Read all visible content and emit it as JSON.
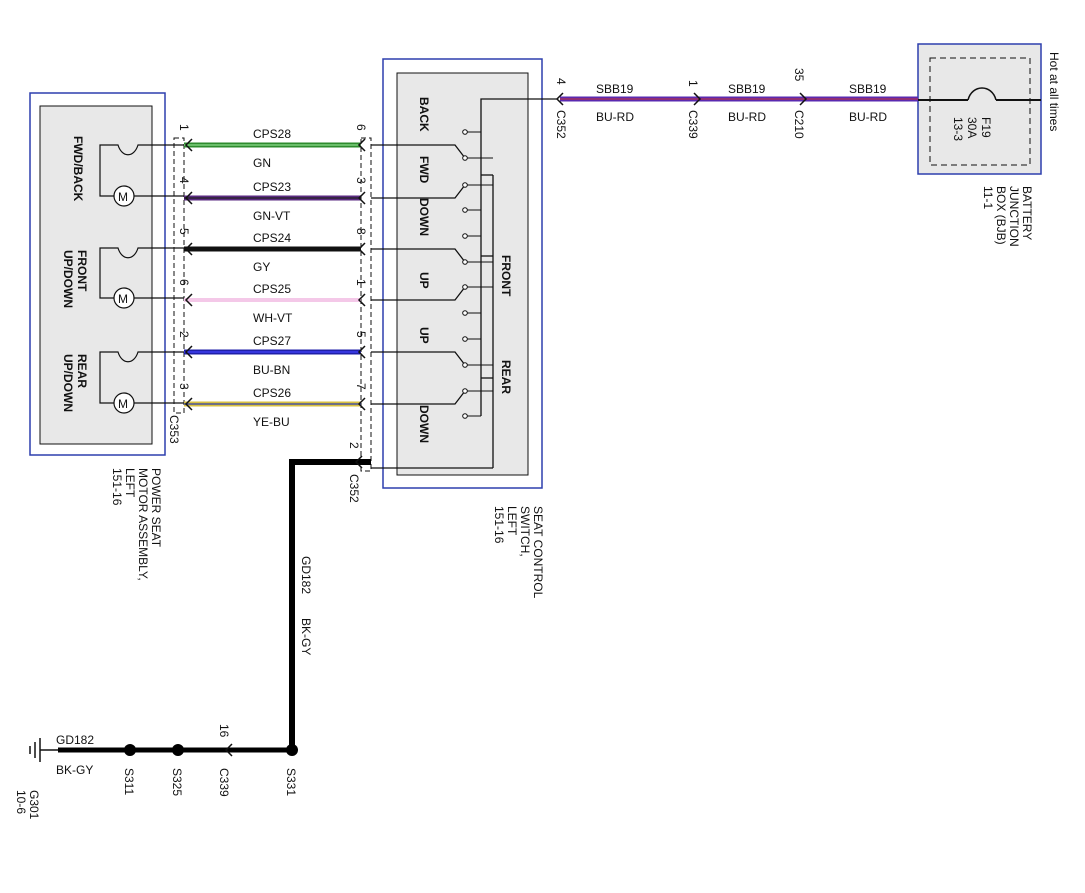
{
  "power_source": {
    "note": "Hot at all times",
    "fuse_id": "F19",
    "fuse_rating": "30A",
    "fuse_ref": "13-3"
  },
  "bjb": {
    "line1": "BATTERY",
    "line2": "JUNCTION",
    "line3": "BOX (BJB)",
    "line4": "11-1"
  },
  "feed": {
    "circuit": "SBB19",
    "color": "BU-RD",
    "pin_c210": "35",
    "conn_c210": "C210",
    "pin_c339": "1",
    "conn_c339": "C339",
    "pin_c352": "4",
    "conn_c352": "C352"
  },
  "switch": {
    "labels": {
      "back": "BACK",
      "fwd": "FWD",
      "down1": "DOWN",
      "up1": "UP",
      "up2": "UP",
      "down2": "DOWN",
      "front": "FRONT",
      "rear": "REAR"
    },
    "title": {
      "line1": "SEAT CONTROL",
      "line2": "SWITCH,",
      "line3": "LEFT",
      "line4": "151-16"
    }
  },
  "motor": {
    "labels": {
      "fwdback": "FWD/BACK",
      "front1": "FRONT",
      "front2": "UP/DOWN",
      "rear1": "REAR",
      "rear2": "UP/DOWN"
    },
    "title": {
      "line1": "POWER SEAT",
      "line2": "MOTOR ASSEMBLY,",
      "line3": "LEFT",
      "line4": "151-16"
    },
    "connector": "C353"
  },
  "wires": [
    {
      "circuit": "CPS28",
      "color": "GN",
      "pin_motor": "1",
      "pin_switch": "6"
    },
    {
      "circuit": "CPS23",
      "color": "GN-VT",
      "pin_motor": "4",
      "pin_switch": "3"
    },
    {
      "circuit": "CPS24",
      "color": "GY",
      "pin_motor": "5",
      "pin_switch": "8"
    },
    {
      "circuit": "CPS25",
      "color": "WH-VT",
      "pin_motor": "6",
      "pin_switch": "1"
    },
    {
      "circuit": "CPS27",
      "color": "BU-BN",
      "pin_motor": "2",
      "pin_switch": "5"
    },
    {
      "circuit": "CPS26",
      "color": "YE-BU",
      "pin_motor": "3",
      "pin_switch": "7"
    }
  ],
  "ground": {
    "pin_switch": "2",
    "conn_switch": "C352",
    "circuit": "GD182",
    "color": "BK-GY",
    "splice_s331": "S331",
    "pin_c339": "16",
    "conn_c339": "C339",
    "splice_s325": "S325",
    "splice_s311": "S311",
    "ground_circuit": "GD182",
    "ground_color": "BK-GY",
    "ground_point": "G301",
    "ground_ref": "10-6"
  },
  "wire_colors": {
    "GN": "#2e8b2e",
    "GN-VT": "#5a2a80",
    "GY": "#111111",
    "WH-VT": "#d8a0d8",
    "BU-BN": "#1f1fa8",
    "YE-BU": "#d8c040",
    "BU-RD": "#5a2ab0",
    "BK-GY": "#000000",
    "box": "#2d3fae"
  }
}
